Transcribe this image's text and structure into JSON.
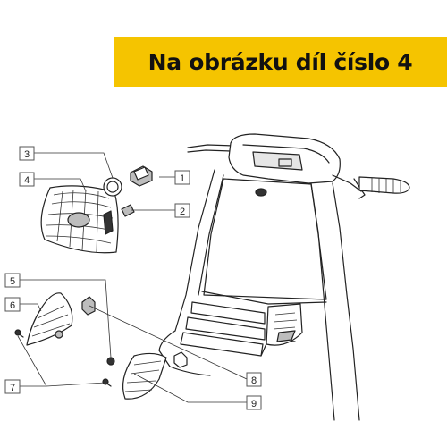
{
  "banner": {
    "text": "Na obrázku díl číslo 4",
    "color": "#f5c400"
  },
  "callouts": [
    "1",
    "2",
    "3",
    "4",
    "5",
    "6",
    "7",
    "8",
    "9"
  ]
}
